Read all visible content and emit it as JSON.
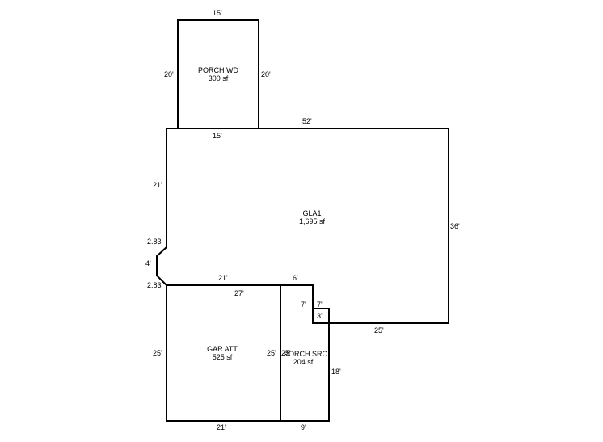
{
  "areas": {
    "porch_wd": {
      "name": "PORCH WD",
      "area": "300 sf"
    },
    "gla1": {
      "name": "GLA1",
      "area": "1,695 sf"
    },
    "gar_att": {
      "name": "GAR ATT",
      "area": "525 sf"
    },
    "porch_src": {
      "name": "PORCH SRC",
      "area": "204 sf"
    }
  },
  "dimensions": {
    "porch_wd_top": "15'",
    "porch_wd_left": "20'",
    "porch_wd_right": "20'",
    "porch_wd_bottom": "15'",
    "gla_top": "52'",
    "gla_left": "21'",
    "gla_right": "36'",
    "gla_bevel_top": "2.83'",
    "gla_bevel_side": "4'",
    "gla_bevel_bottom": "2.83'",
    "gla_bottom_left": "21'",
    "gla_notch_top": "6'",
    "gla_notch_left": "7'",
    "gla_notch_right": "7'",
    "gla_notch_small": "3'",
    "gla_bottom_right": "25'",
    "gar_top": "27'",
    "gar_left": "25'",
    "gar_right": "25'",
    "gar_bottom": "21'",
    "porch_src_left": "25'",
    "porch_src_right": "18'",
    "porch_src_bottom": "9'"
  }
}
